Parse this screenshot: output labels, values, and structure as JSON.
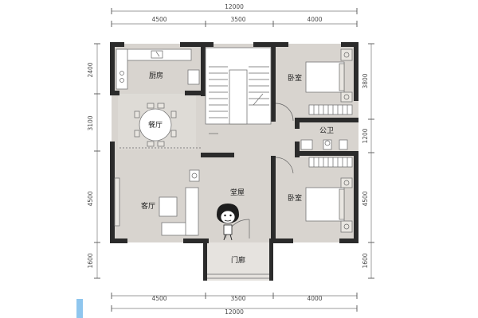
{
  "dimensions": {
    "top_total": "12000",
    "top_segments": [
      "4500",
      "3500",
      "4000"
    ],
    "bottom_segments": [
      "4500",
      "3500",
      "4000"
    ],
    "bottom_total": "12000",
    "left_segments": [
      "2400",
      "3100",
      "4500",
      "1600"
    ],
    "right_segments": [
      "3800",
      "1200",
      "4500",
      "1600"
    ]
  },
  "rooms": {
    "kitchen": "厨房",
    "dining": "餐厅",
    "living": "客厅",
    "hall": "堂屋",
    "bedroom_top": "卧室",
    "bedroom_bottom": "卧室",
    "bathroom": "公卫",
    "porch": "门廊"
  },
  "colors": {
    "floor": "#d8d4cf",
    "wall": "#2b2b2b",
    "accent": "#8fc6ee"
  }
}
